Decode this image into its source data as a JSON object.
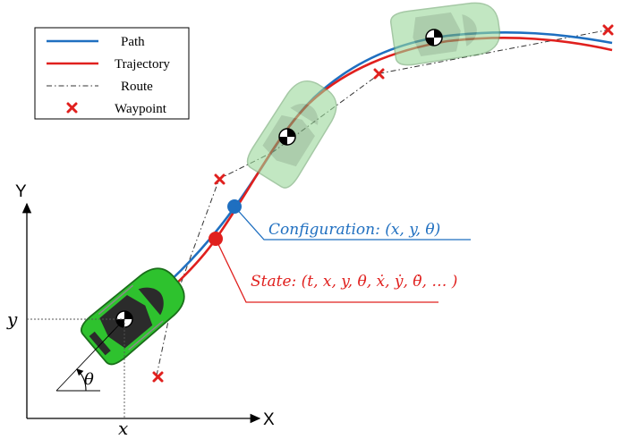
{
  "legend": {
    "items": [
      {
        "label": "Path",
        "color": "#1f6fc0"
      },
      {
        "label": "Trajectory",
        "color": "#e0201e"
      },
      {
        "label": "Route",
        "color": "#333333"
      },
      {
        "label": "Waypoint",
        "color": "#e0201e"
      }
    ]
  },
  "axes": {
    "x_name": "X",
    "y_name": "Y",
    "x_var": "x",
    "y_var": "y",
    "angle_var": "θ"
  },
  "annotations": {
    "configuration": "Configuration: (x, y, θ)",
    "state": "State: (t, x, y, θ, ẋ, ẏ, θ̇, … )"
  },
  "colors": {
    "path": "#1f6fc0",
    "trajectory": "#e0201e",
    "route": "#333333",
    "waypoint": "#e0201e",
    "car_main": "#2ec22e",
    "car_ghost": "#9ad89a"
  },
  "icons": [
    "car-icon",
    "waypoint-cross-icon",
    "center-of-mass-icon"
  ]
}
